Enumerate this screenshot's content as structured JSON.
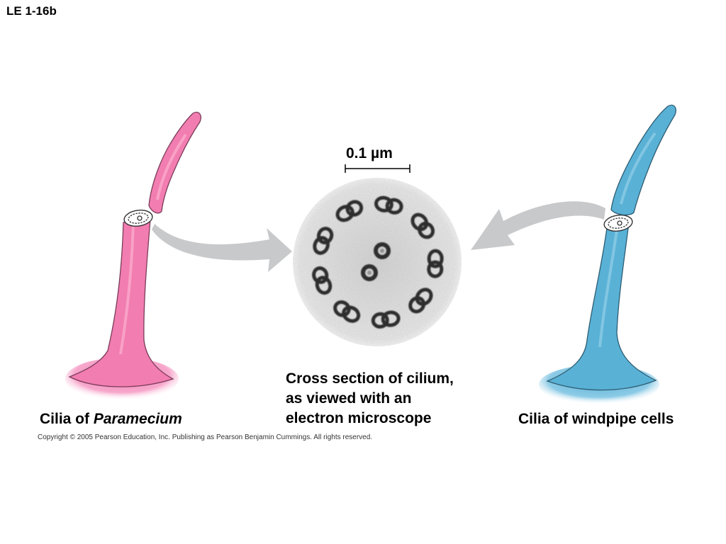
{
  "slide_label": "LE 1-16b",
  "scale_bar": {
    "label": "0.1 µm"
  },
  "captions": {
    "left_prefix": "Cilia of ",
    "left_italic": "Paramecium",
    "center_line1": "Cross section of cilium,",
    "center_line2": "as viewed with an",
    "center_line3": "electron microscope",
    "right": "Cilia of windpipe cells"
  },
  "copyright": "Copyright © 2005 Pearson Education, Inc. Publishing as Pearson Benjamin Cummings. All rights reserved.",
  "colors": {
    "paramecium_cilium": "#f27db0",
    "windpipe_cilium": "#59b1d6",
    "arrow": "#c8c9cb",
    "micrograph_bg": "#e6e6e6",
    "microtubule": "#2f2f2f"
  }
}
